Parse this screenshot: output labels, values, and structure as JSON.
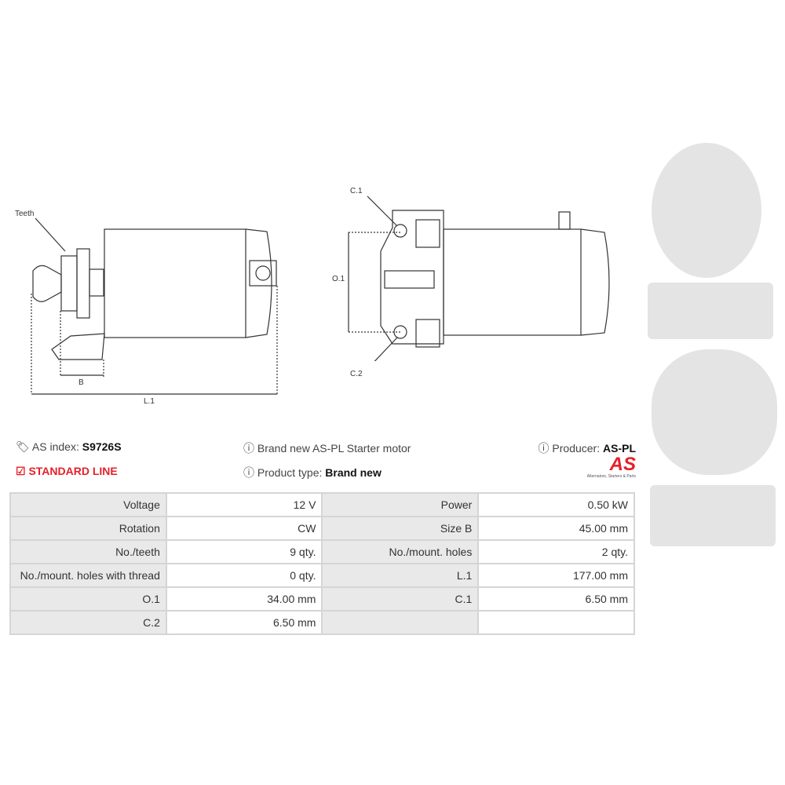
{
  "drawings": {
    "teeth_label": "Teeth",
    "b_label": "B",
    "l1_label": "L.1",
    "c1_label": "C.1",
    "c2_label": "C.2",
    "o1_label": "O.1"
  },
  "info": {
    "as_index_label": "AS index:",
    "as_index_value": "S9726S",
    "line": "STANDARD LINE",
    "description": "Brand new AS-PL Starter motor",
    "product_type_label": "Product type:",
    "product_type_value": "Brand new",
    "producer_label": "Producer:",
    "producer_value": "AS-PL",
    "logo_text": "AS",
    "logo_tagline": "Alternators, Starters & Parts"
  },
  "colors": {
    "accent": "#e5202a"
  },
  "specs": [
    [
      "Voltage",
      "12 V",
      "Power",
      "0.50 kW"
    ],
    [
      "Rotation",
      "CW",
      "Size B",
      "45.00 mm"
    ],
    [
      "No./teeth",
      "9 qty.",
      "No./mount. holes",
      "2 qty."
    ],
    [
      "No./mount. holes with thread",
      "0 qty.",
      "L.1",
      "177.00 mm"
    ],
    [
      "O.1",
      "34.00 mm",
      "C.1",
      "6.50 mm"
    ],
    [
      "C.2",
      "6.50 mm",
      "",
      ""
    ]
  ]
}
